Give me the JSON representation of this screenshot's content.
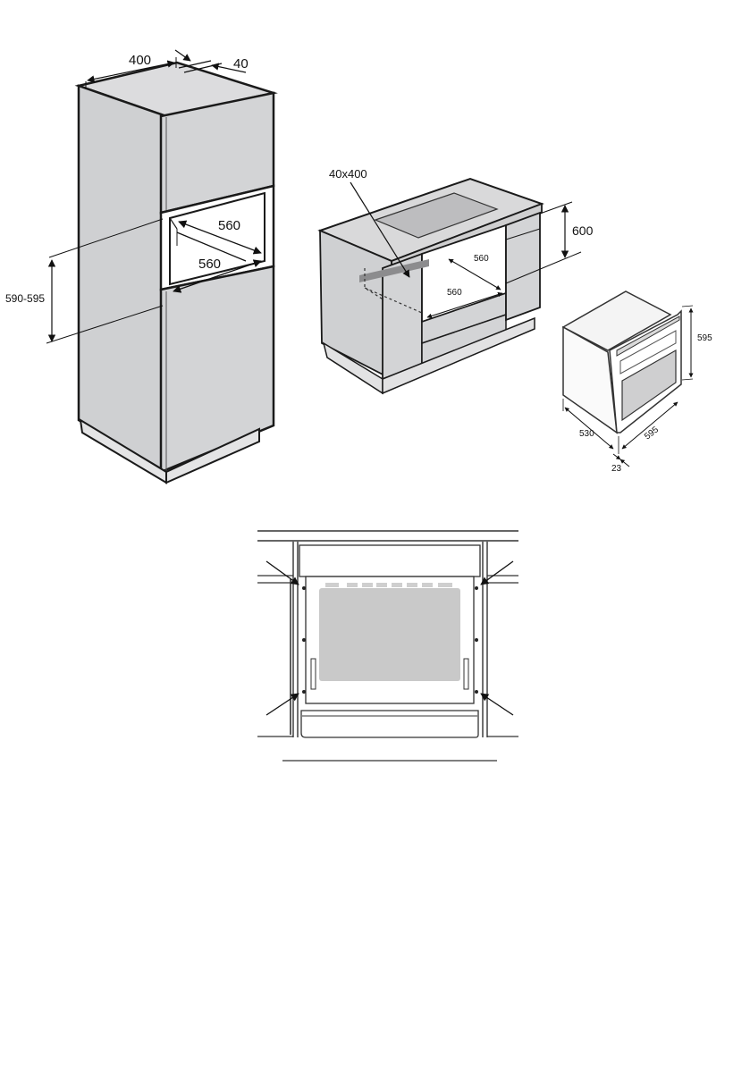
{
  "colors": {
    "panel": "#d3d4d6",
    "panel_dark": "#c6c7c9",
    "panel_light": "#e2e3e4",
    "stroke": "#1a1a1a",
    "glass": "#c9c9c9",
    "background": "#ffffff"
  },
  "column_cabinet": {
    "labels": {
      "top_width": "400",
      "top_gap": "40",
      "niche_depth": "560",
      "niche_width": "560",
      "niche_height": "590-595"
    }
  },
  "undercounter_cabinet": {
    "labels": {
      "vent_opening": "40x400",
      "niche_depth": "560",
      "niche_width": "560",
      "niche_height": "600"
    }
  },
  "oven_unit": {
    "labels": {
      "height": "595",
      "depth": "530",
      "width": "595",
      "front_thickness": "23"
    }
  },
  "front_fixing_view": {
    "screw_points": 4,
    "vent_slots": 8
  }
}
